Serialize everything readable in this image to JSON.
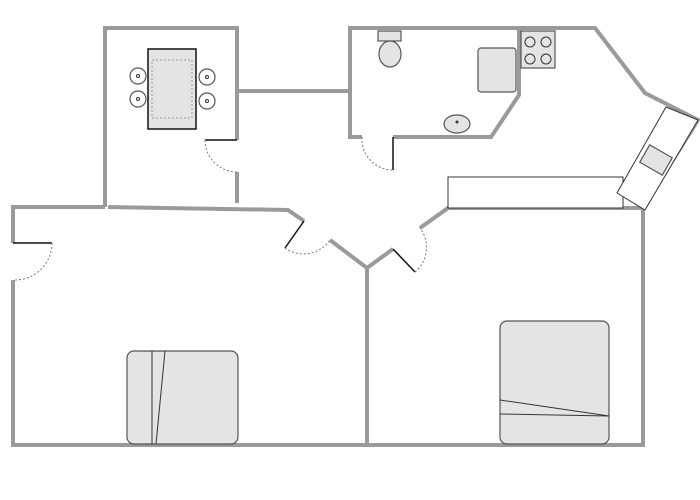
{
  "floor_plan": {
    "rooms": [
      "dining-room",
      "hall",
      "bathroom",
      "kitchen",
      "bedroom-left",
      "bedroom-right"
    ],
    "fixtures": [
      "dining-table",
      "chair",
      "chair",
      "chair",
      "chair",
      "toilet",
      "shower",
      "bathroom-sink",
      "stove",
      "kitchen-sink",
      "bed",
      "bed"
    ],
    "colors": {
      "wall": "#9a9a9a",
      "fixture": "#e4e4e4",
      "door": "#111111"
    }
  }
}
